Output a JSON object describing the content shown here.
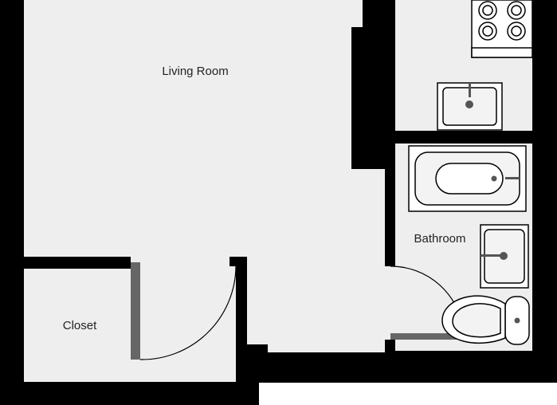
{
  "plan": {
    "rooms": [
      {
        "id": "living-room",
        "label": "Living Room"
      },
      {
        "id": "bathroom",
        "label": "Bathroom"
      },
      {
        "id": "closet",
        "label": "Closet"
      }
    ]
  },
  "colors": {
    "wall": "#000000",
    "floor": "#eeeeee",
    "door": "#666666",
    "fixture": "#ffffff"
  },
  "icons": [
    "stove-icon",
    "kitchen-sink-icon",
    "bathtub-icon",
    "bathroom-sink-icon",
    "toilet-icon"
  ]
}
